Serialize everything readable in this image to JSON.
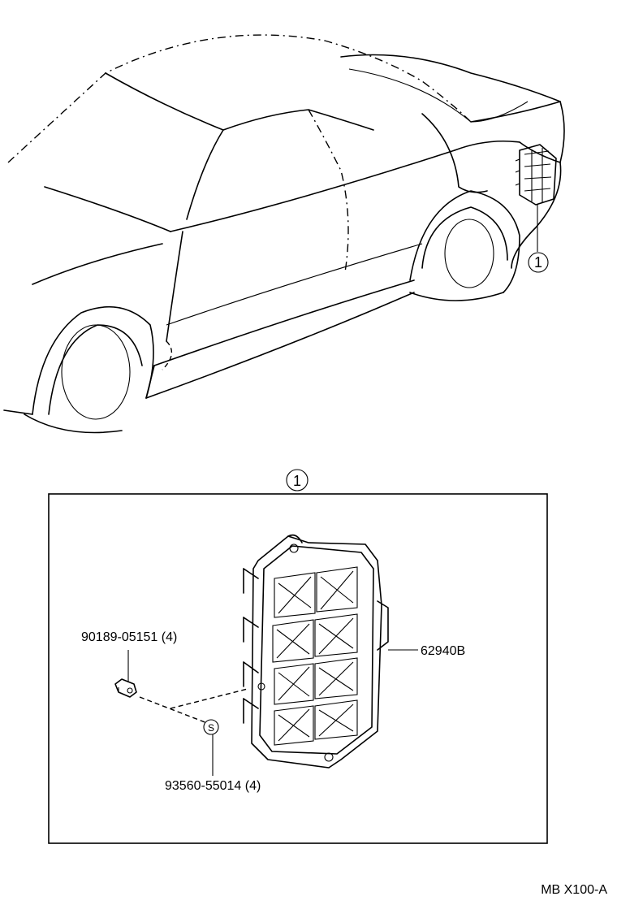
{
  "callouts": {
    "car_ref": "1",
    "detail_ref": "1",
    "screw_symbol": "S"
  },
  "parts": {
    "screw_part_no": "90189-05151 (4)",
    "vent_part_no": "62940B",
    "clip_part_no": "93560-55014 (4)"
  },
  "footer": {
    "diagram_code": "MB X100-A"
  }
}
